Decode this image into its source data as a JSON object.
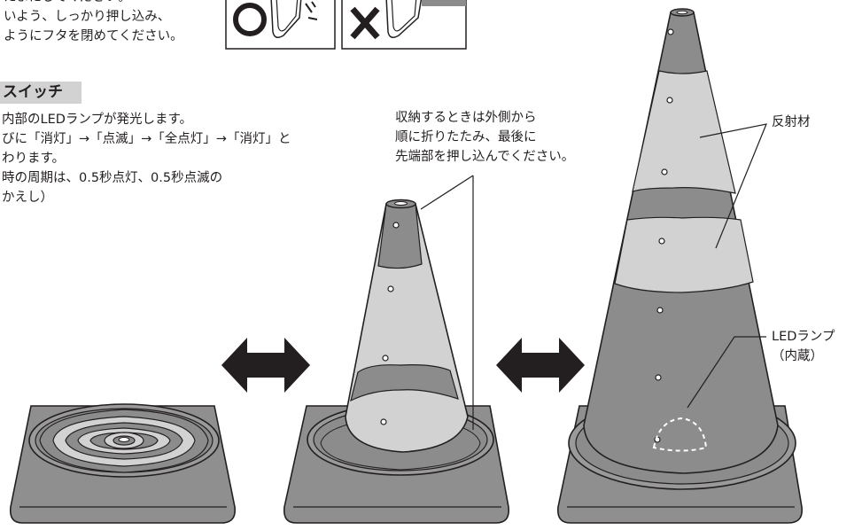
{
  "top_instructions": [
    "たまにしてください。",
    "いよう、しっかり押し込み、",
    "ようにフタを閉めてください。"
  ],
  "switch_section": {
    "title": "スイッチ",
    "lines": [
      "内部のLEDランプが発光します。",
      "びに「消灯」→「点滅」→「全点灯」→「消灯」と",
      "わります。",
      "時の周期は、0.5秒点灯、0.5秒点滅の",
      "かえし）"
    ]
  },
  "fold_instructions": [
    "収納するときは外側から",
    "順に折りたたみ、最後に",
    "先端部を押し込んでください。"
  ],
  "labels": {
    "reflector": "反射材",
    "led_line1": "LEDランプ",
    "led_line2": "（内蔵）"
  },
  "colors": {
    "dark_gray": "#8c8c8c",
    "light_gray": "#d2d2d2",
    "outline": "#231f20",
    "base": "#8f8f8f"
  },
  "icons": [
    "ok-mark-icon",
    "ng-mark-icon",
    "double-arrow-icon"
  ]
}
